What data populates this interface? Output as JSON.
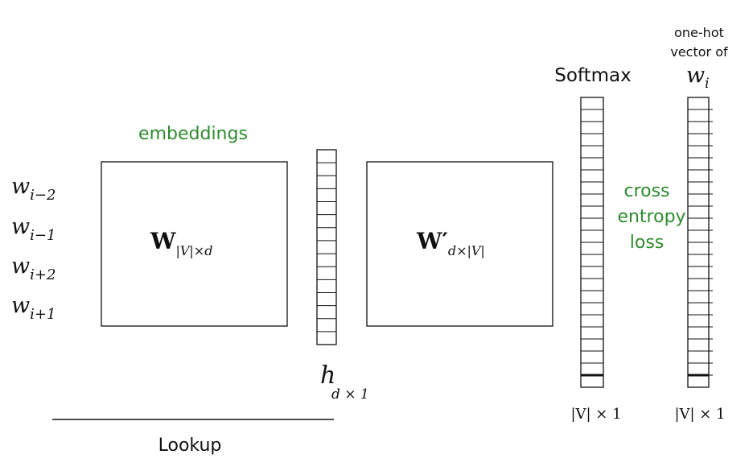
{
  "colors": {
    "green": "#2e8b2e",
    "ink": "#111111"
  },
  "inputs": [
    {
      "base": "w",
      "sub": "i−2"
    },
    {
      "base": "w",
      "sub": "i−1"
    },
    {
      "base": "w",
      "sub": "i+2"
    },
    {
      "base": "w",
      "sub": "i+1"
    }
  ],
  "labels": {
    "embeddings": "embeddings",
    "lookup": "Lookup",
    "softmax": "Softmax",
    "onehot_line1": "one-hot",
    "onehot_line2": "vector of",
    "onehot_var_base": "w",
    "onehot_var_sub": "i",
    "loss_line1": "cross",
    "loss_line2": "entropy",
    "loss_line3": "loss"
  },
  "matrices": {
    "embed": {
      "symbol": "W",
      "sub": "|V|×d"
    },
    "output": {
      "symbol": "W′",
      "sub": "d×|V|"
    }
  },
  "hidden": {
    "symbol": "h",
    "sub": "d × 1"
  },
  "dims": {
    "softmax": "|V| × 1",
    "onehot": "|V| × 1"
  }
}
